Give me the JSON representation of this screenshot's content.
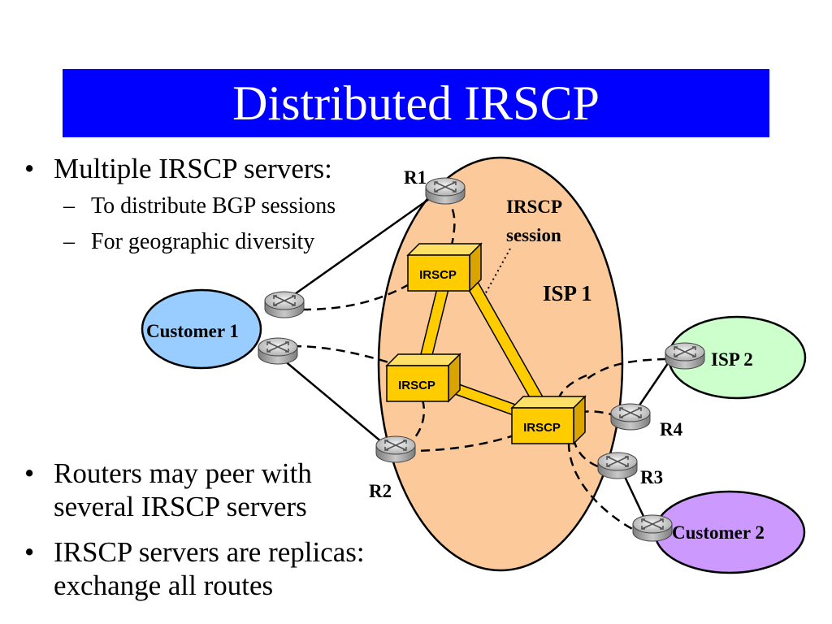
{
  "slide": {
    "title": "Distributed IRSCP",
    "bullet_mark": "•",
    "dash_mark": "–",
    "bullets_top": [
      {
        "text": "Multiple IRSCP servers:",
        "subs": [
          "To distribute BGP sessions",
          "For geographic diversity"
        ]
      }
    ],
    "bullets_bottom": [
      {
        "lines": [
          "Routers may peer with",
          "several IRSCP servers"
        ]
      },
      {
        "lines": [
          "IRSCP servers are replicas:",
          "exchange all routes"
        ]
      }
    ]
  },
  "diagram": {
    "isp1_label": "ISP 1",
    "isp2_label": "ISP 2",
    "customer1_label": "Customer 1",
    "customer2_label": "Customer 2",
    "session_label": [
      "IRSCP",
      "session"
    ],
    "server_label": "IRSCP",
    "routers": [
      "R1",
      "R2",
      "R3",
      "R4"
    ],
    "colors": {
      "isp1_fill": "#fcc99a",
      "isp2_fill": "#ccffcc",
      "customer1_fill": "#99ccff",
      "customer2_fill": "#cc99ff",
      "server_fill": "#ffcc00",
      "link_fill": "#ffcc00",
      "title_bar": "#0000ff"
    },
    "icons": {
      "router": "router-icon",
      "server": "irscp-server-icon"
    }
  }
}
